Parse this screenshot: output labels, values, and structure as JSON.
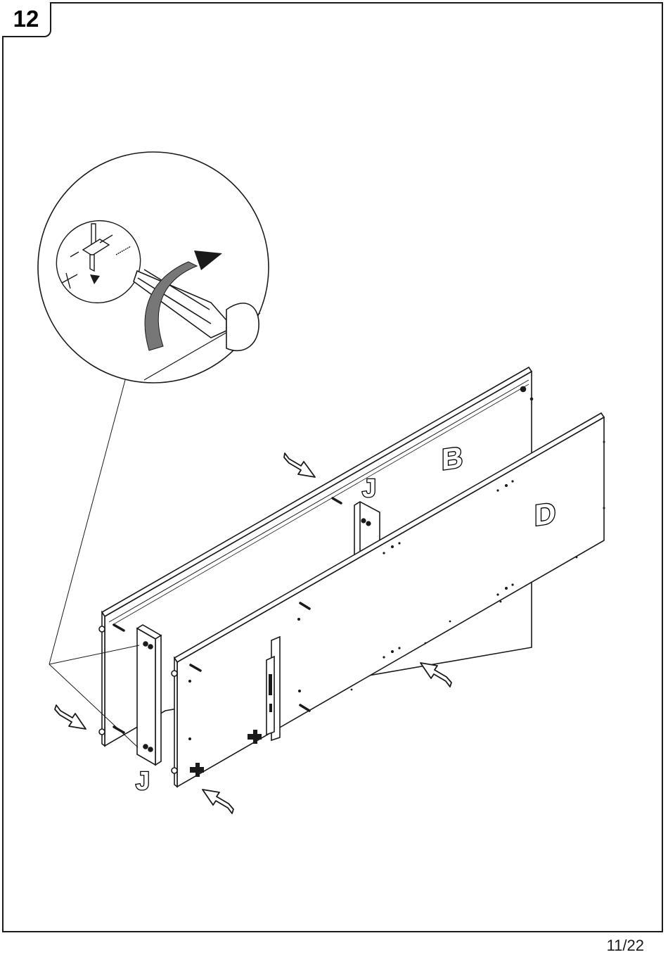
{
  "step": {
    "number": "12"
  },
  "page": {
    "number": "11/22"
  },
  "labels": {
    "panel_b": "B",
    "panel_d": "D",
    "connector_upper": "J",
    "connector_lower": "J"
  },
  "icons": {
    "detail": "magnified-cam-lock-screwdriver-icon",
    "insert_arrow": "outline-insert-arrow-icon"
  },
  "colors": {
    "line": "#1a1a1a",
    "paper": "#ffffff"
  }
}
